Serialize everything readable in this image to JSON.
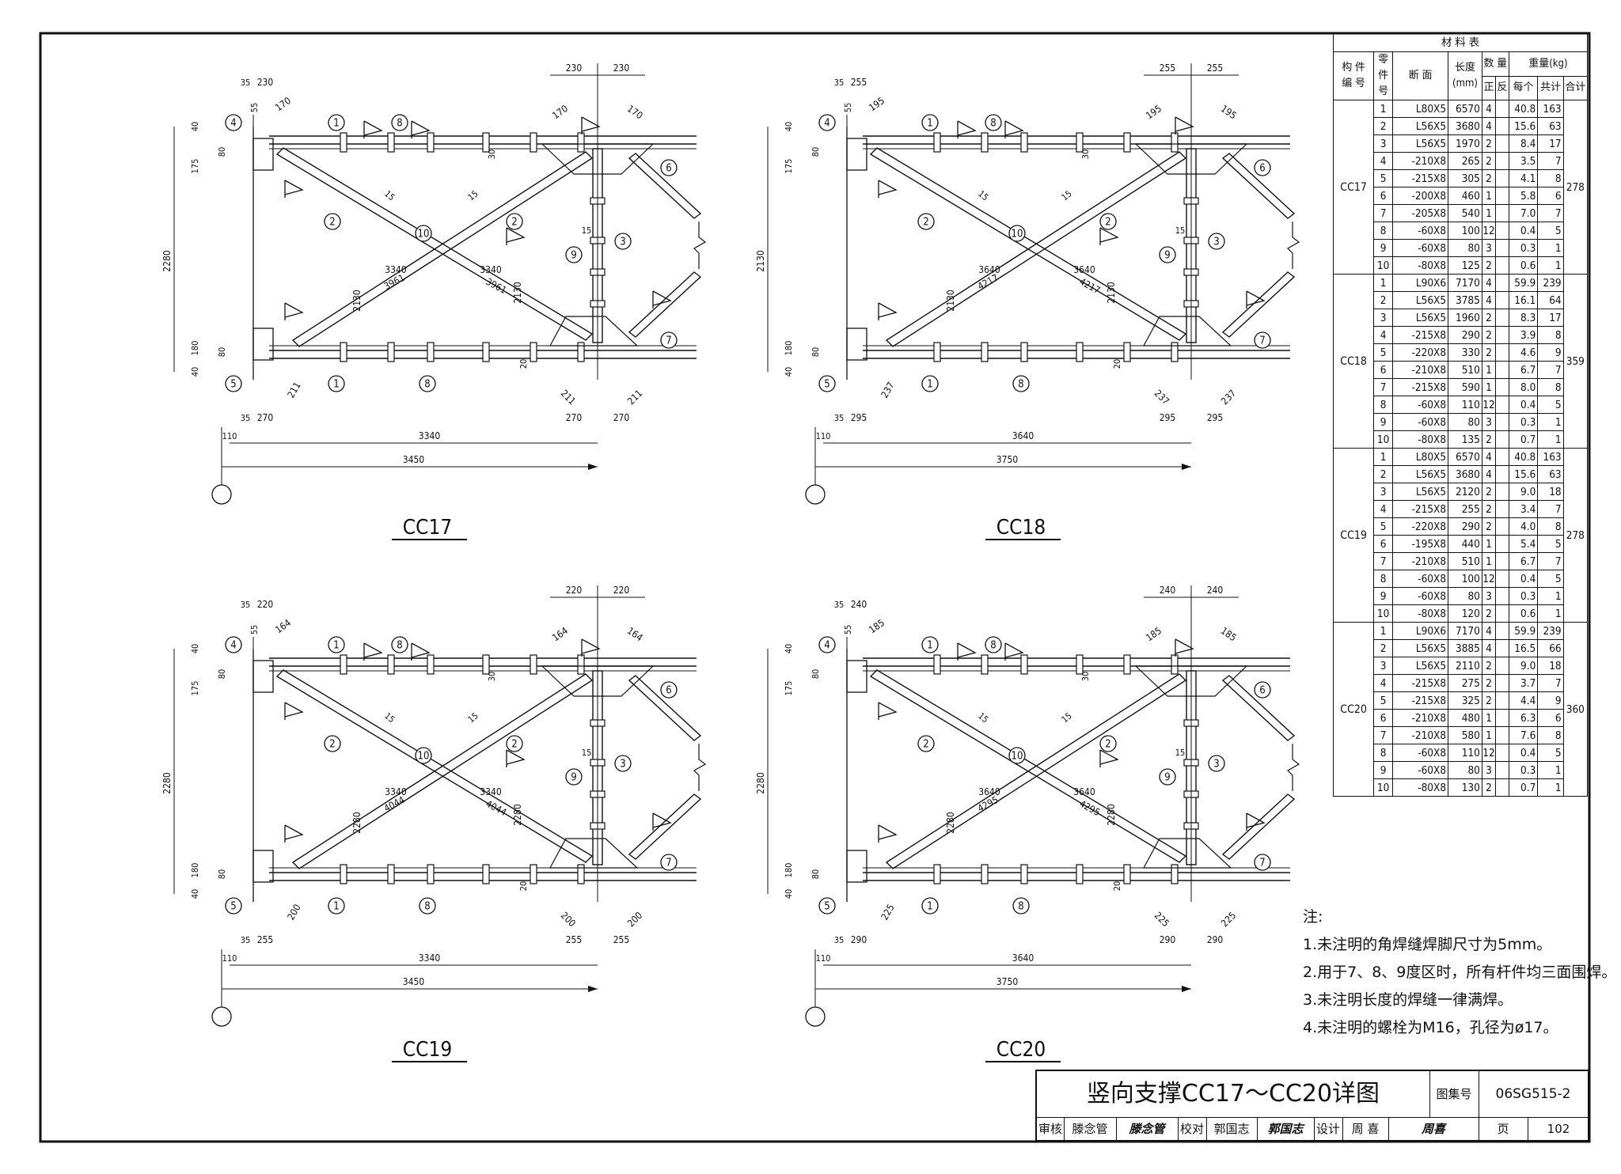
{
  "drawings": [
    {
      "id": "CC17",
      "span": "3340",
      "total": "3450",
      "vert": "2130",
      "left_height": "2280",
      "diag_len": "3961",
      "diag_h": "3340",
      "diag_v": "2130",
      "top_gusset": "230",
      "top_diag": "170",
      "bot_gusset": "270",
      "bot_diag": "211",
      "top_left_gusset": "230",
      "top_left_diag": "170",
      "bot_left_gusset": "270",
      "bot_left_diag": "211"
    },
    {
      "id": "CC18",
      "span": "3640",
      "total": "3750",
      "vert": "2130",
      "left_height": "2130",
      "diag_len": "4217",
      "diag_h": "3640",
      "diag_v": "2130",
      "top_gusset": "255",
      "top_diag": "195",
      "bot_gusset": "295",
      "bot_diag": "237",
      "top_left_gusset": "255",
      "top_left_diag": "195",
      "bot_left_gusset": "295",
      "bot_left_diag": "237"
    },
    {
      "id": "CC19",
      "span": "3340",
      "total": "3450",
      "vert": "2280",
      "left_height": "2280",
      "diag_len": "4044",
      "diag_h": "3340",
      "diag_v": "2280",
      "top_gusset": "220",
      "top_diag": "164",
      "bot_gusset": "255",
      "bot_diag": "200",
      "top_left_gusset": "220",
      "top_left_diag": "164",
      "bot_left_gusset": "255",
      "bot_left_diag": "200"
    },
    {
      "id": "CC20",
      "span": "3640",
      "total": "3750",
      "vert": "2280",
      "left_height": "2280",
      "diag_len": "4295",
      "diag_h": "3640",
      "diag_v": "2280",
      "top_gusset": "240",
      "top_diag": "185",
      "bot_gusset": "290",
      "bot_diag": "225",
      "top_left_gusset": "240",
      "top_left_diag": "185",
      "bot_left_gusset": "290",
      "bot_left_diag": "225"
    }
  ],
  "common_dims": {
    "d35": "35",
    "d55": "55",
    "d40": "40",
    "d80": "80",
    "d175": "175",
    "d180": "180",
    "d110": "110",
    "d30": "30",
    "d20": "20",
    "d15": "15"
  },
  "part_labels": [
    "1",
    "2",
    "3",
    "4",
    "5",
    "6",
    "7",
    "8",
    "9",
    "10"
  ],
  "material_table": {
    "title": "材    料    表",
    "headers": {
      "member": "构 件\n编 号",
      "part": "零件号",
      "section": "断 面",
      "length": "长度\n(mm)",
      "qty": "数 量",
      "qty_pos": "正",
      "qty_neg": "反",
      "weight": "重量(kg)",
      "w_each": "每个",
      "w_sum": "共计",
      "w_total": "合计"
    },
    "groups": [
      {
        "name": "CC17",
        "total": "278",
        "rows": [
          [
            "1",
            "L80X5",
            "6570",
            "4",
            "",
            "40.8",
            "163"
          ],
          [
            "2",
            "L56X5",
            "3680",
            "4",
            "",
            "15.6",
            "63"
          ],
          [
            "3",
            "L56X5",
            "1970",
            "2",
            "",
            "8.4",
            "17"
          ],
          [
            "4",
            "-210X8",
            "265",
            "2",
            "",
            "3.5",
            "7"
          ],
          [
            "5",
            "-215X8",
            "305",
            "2",
            "",
            "4.1",
            "8"
          ],
          [
            "6",
            "-200X8",
            "460",
            "1",
            "",
            "5.8",
            "6"
          ],
          [
            "7",
            "-205X8",
            "540",
            "1",
            "",
            "7.0",
            "7"
          ],
          [
            "8",
            "-60X8",
            "100",
            "12",
            "",
            "0.4",
            "5"
          ],
          [
            "9",
            "-60X8",
            "80",
            "3",
            "",
            "0.3",
            "1"
          ],
          [
            "10",
            "-80X8",
            "125",
            "2",
            "",
            "0.6",
            "1"
          ]
        ]
      },
      {
        "name": "CC18",
        "total": "359",
        "rows": [
          [
            "1",
            "L90X6",
            "7170",
            "4",
            "",
            "59.9",
            "239"
          ],
          [
            "2",
            "L56X5",
            "3785",
            "4",
            "",
            "16.1",
            "64"
          ],
          [
            "3",
            "L56X5",
            "1960",
            "2",
            "",
            "8.3",
            "17"
          ],
          [
            "4",
            "-215X8",
            "290",
            "2",
            "",
            "3.9",
            "8"
          ],
          [
            "5",
            "-220X8",
            "330",
            "2",
            "",
            "4.6",
            "9"
          ],
          [
            "6",
            "-210X8",
            "510",
            "1",
            "",
            "6.7",
            "7"
          ],
          [
            "7",
            "-215X8",
            "590",
            "1",
            "",
            "8.0",
            "8"
          ],
          [
            "8",
            "-60X8",
            "110",
            "12",
            "",
            "0.4",
            "5"
          ],
          [
            "9",
            "-60X8",
            "80",
            "3",
            "",
            "0.3",
            "1"
          ],
          [
            "10",
            "-80X8",
            "135",
            "2",
            "",
            "0.7",
            "1"
          ]
        ]
      },
      {
        "name": "CC19",
        "total": "278",
        "rows": [
          [
            "1",
            "L80X5",
            "6570",
            "4",
            "",
            "40.8",
            "163"
          ],
          [
            "2",
            "L56X5",
            "3680",
            "4",
            "",
            "15.6",
            "63"
          ],
          [
            "3",
            "L56X5",
            "2120",
            "2",
            "",
            "9.0",
            "18"
          ],
          [
            "4",
            "-215X8",
            "255",
            "2",
            "",
            "3.4",
            "7"
          ],
          [
            "5",
            "-220X8",
            "290",
            "2",
            "",
            "4.0",
            "8"
          ],
          [
            "6",
            "-195X8",
            "440",
            "1",
            "",
            "5.4",
            "5"
          ],
          [
            "7",
            "-210X8",
            "510",
            "1",
            "",
            "6.7",
            "7"
          ],
          [
            "8",
            "-60X8",
            "100",
            "12",
            "",
            "0.4",
            "5"
          ],
          [
            "9",
            "-60X8",
            "80",
            "3",
            "",
            "0.3",
            "1"
          ],
          [
            "10",
            "-80X8",
            "120",
            "2",
            "",
            "0.6",
            "1"
          ]
        ]
      },
      {
        "name": "CC20",
        "total": "360",
        "rows": [
          [
            "1",
            "L90X6",
            "7170",
            "4",
            "",
            "59.9",
            "239"
          ],
          [
            "2",
            "L56X5",
            "3885",
            "4",
            "",
            "16.5",
            "66"
          ],
          [
            "3",
            "L56X5",
            "2110",
            "2",
            "",
            "9.0",
            "18"
          ],
          [
            "4",
            "-215X8",
            "275",
            "2",
            "",
            "3.7",
            "7"
          ],
          [
            "5",
            "-215X8",
            "325",
            "2",
            "",
            "4.4",
            "9"
          ],
          [
            "6",
            "-210X8",
            "480",
            "1",
            "",
            "6.3",
            "6"
          ],
          [
            "7",
            "-210X8",
            "580",
            "1",
            "",
            "7.6",
            "8"
          ],
          [
            "8",
            "-60X8",
            "110",
            "12",
            "",
            "0.4",
            "5"
          ],
          [
            "9",
            "-60X8",
            "80",
            "3",
            "",
            "0.3",
            "1"
          ],
          [
            "10",
            "-80X8",
            "130",
            "2",
            "",
            "0.7",
            "1"
          ]
        ]
      }
    ]
  },
  "notes": {
    "heading": "注:",
    "items": [
      "1.未注明的角焊缝焊脚尺寸为5mm。",
      "2.用于7、8、9度区时，所有杆件均三面围焊。",
      "3.未注明长度的焊缝一律满焊。",
      "4.未注明的螺栓为M16，孔径为ø17。"
    ]
  },
  "title_block": {
    "title": "竖向支撑CC17～CC20详图",
    "atlas_label": "图集号",
    "atlas_no": "06SG515-2",
    "review_label": "审核",
    "reviewer": "滕念管",
    "check_label": "校对",
    "checker": "郭国志",
    "design_label": "设计",
    "designer": "周 喜",
    "page_label": "页",
    "page_no": "102"
  }
}
